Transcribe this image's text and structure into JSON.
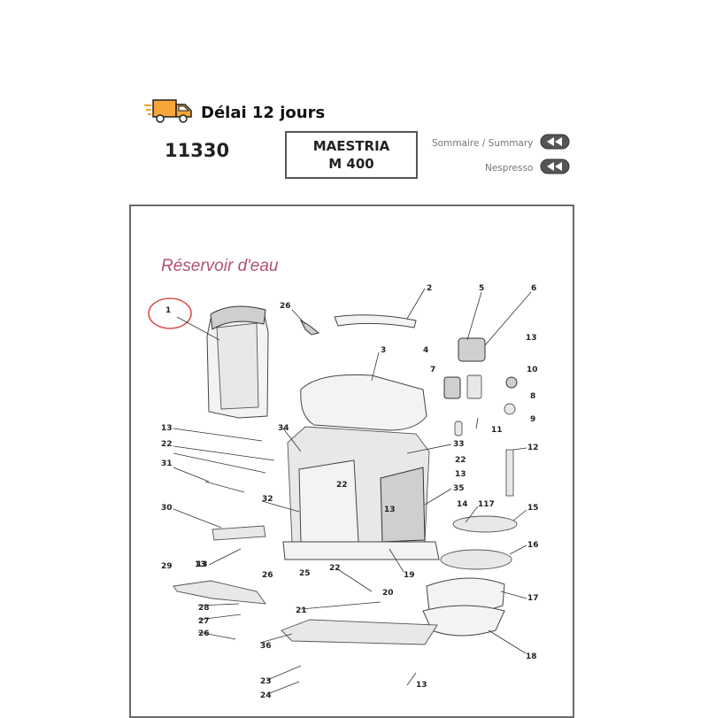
{
  "header": {
    "delivery_text": "Délai 12 jours",
    "part_number": "11330",
    "model_line1": "MAESTRIA",
    "model_line2": "M 400",
    "nav_summary": "Sommaire / Summary",
    "nav_nespresso": "Nespresso"
  },
  "diagram": {
    "title": "Réservoir d'eau",
    "highlight_color": "#d9534f",
    "title_color": "#b05075",
    "callouts": [
      "1",
      "2",
      "3",
      "4",
      "5",
      "6",
      "7",
      "8",
      "9",
      "10",
      "11",
      "12",
      "13",
      "13",
      "13",
      "13",
      "13",
      "13",
      "13",
      "14",
      "15",
      "16",
      "17",
      "18",
      "19",
      "20",
      "21",
      "22",
      "22",
      "22",
      "22",
      "23",
      "24",
      "25",
      "26",
      "26",
      "26",
      "27",
      "28",
      "29",
      "30",
      "31",
      "32",
      "33",
      "34",
      "35",
      "36",
      "117"
    ]
  },
  "icons": {
    "delivery": "delivery-truck-icon",
    "nav": "rewind-icon"
  }
}
